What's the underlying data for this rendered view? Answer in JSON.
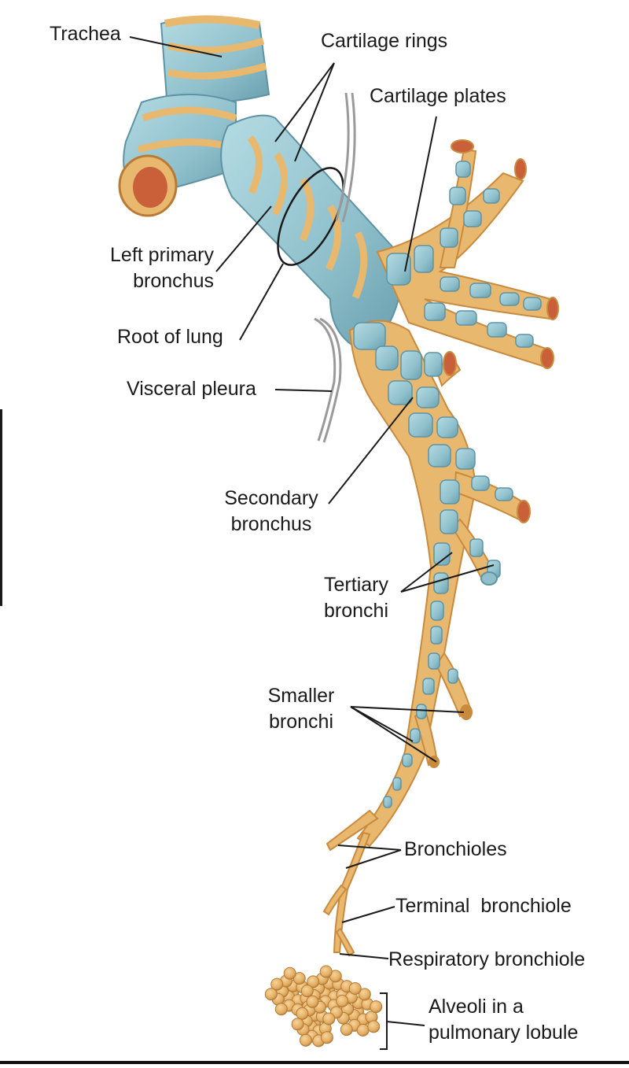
{
  "labels": {
    "trachea": "Trachea",
    "cartilage_rings": "Cartilage rings",
    "cartilage_plates": "Cartilage plates",
    "left_primary_bronchus": [
      "Left primary",
      "bronchus"
    ],
    "root_of_lung": "Root of lung",
    "visceral_pleura": "Visceral pleura",
    "secondary_bronchus": [
      "Secondary",
      "bronchus"
    ],
    "tertiary_bronchi": [
      "Tertiary",
      "bronchi"
    ],
    "smaller_bronchi": [
      "Smaller",
      "bronchi"
    ],
    "bronchioles": "Bronchioles",
    "terminal_bronchiole": "Terminal  bronchiole",
    "respiratory_bronchiole": "Respiratory bronchiole",
    "alveoli": [
      "Alveoli in a",
      "pulmonary lobule"
    ]
  },
  "colors": {
    "cartilage": "#8fc0cc",
    "cartilage_dark": "#5f93a3",
    "tissue": "#e9b86f",
    "tissue_dark": "#c98a3e",
    "lumen": "#c9603a",
    "leader": "#1a1a1a"
  }
}
